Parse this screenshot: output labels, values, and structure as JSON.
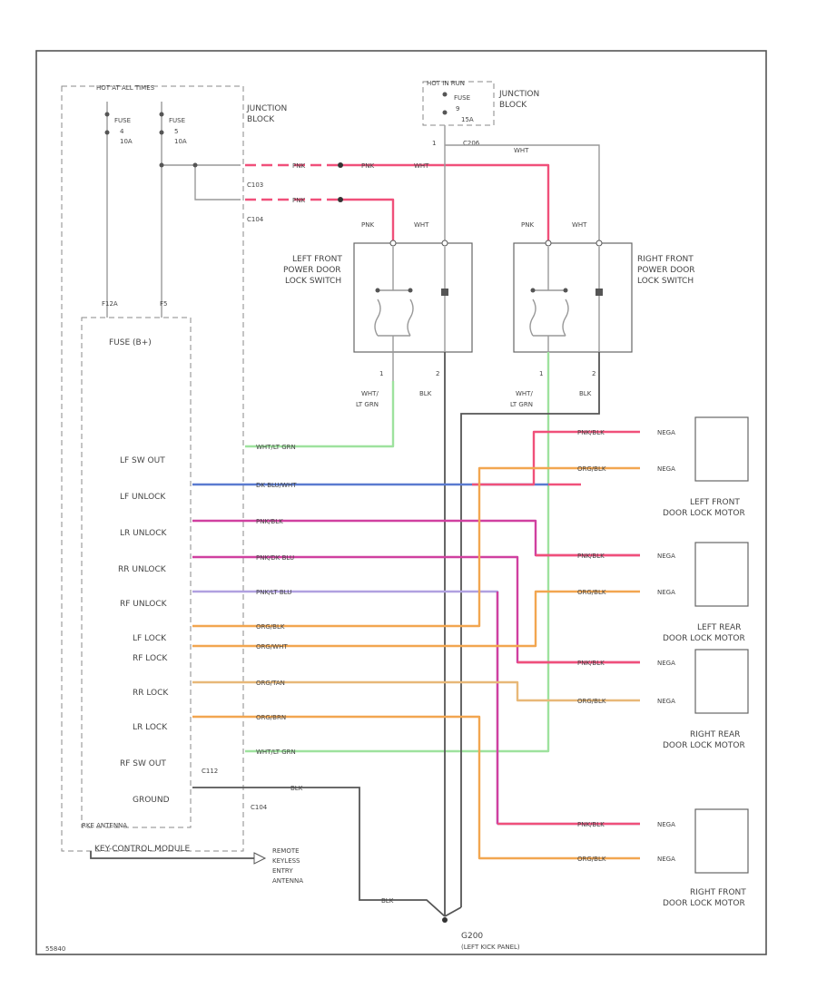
{
  "fuse_box": {
    "title": "HOT AT ALL TIMES"
  },
  "fuse1": {
    "name": "FUSE",
    "num": "4",
    "amp": "10A"
  },
  "fuse2": {
    "name": "FUSE",
    "num": "5",
    "amp": "10A"
  },
  "junction_block_1": {
    "line1": "JUNCTION",
    "line2": "BLOCK"
  },
  "conn": {
    "c103": "C103",
    "c104a": "C104",
    "c104b": "C104",
    "c112": "C112",
    "c104c": "C104"
  },
  "hot_in_run": {
    "title": "HOT IN RUN",
    "fuse": "FUSE",
    "num": "9",
    "amp": "15A"
  },
  "junction_block_2": {
    "line1": "JUNCTION",
    "line2": "BLOCK"
  },
  "wire_colors": {
    "pnk": "PNK",
    "wht": "WHT"
  },
  "lf_switch": {
    "line1": "LEFT FRONT",
    "line2": "POWER DOOR",
    "line3": "LOCK SWITCH",
    "pin1": "1",
    "pin2": "2",
    "w1a": "WHT/",
    "w1b": "LT GRN",
    "w2": "BLK"
  },
  "rf_switch": {
    "line1": "RIGHT FRONT",
    "line2": "POWER DOOR",
    "line3": "LOCK SWITCH",
    "pin1": "1",
    "pin2": "2",
    "w1a": "WHT/",
    "w1b": "LT GRN",
    "w2": "BLK"
  },
  "module": {
    "fuse_label": "FUSE (B+)",
    "pins": [
      "LF SW OUT",
      "LF UNLOCK",
      "LR UNLOCK",
      "RR UNLOCK",
      "RF UNLOCK",
      "LF LOCK",
      "RF LOCK",
      "RR LOCK",
      "LR LOCK",
      "RF SW OUT",
      "GROUND"
    ],
    "antenna_label": "RKE ANTENNA",
    "name": "KEY-CONTROL MODULE"
  },
  "antenna": {
    "line1": "REMOTE",
    "line2": "KEYLESS",
    "line3": "ENTRY",
    "line4": "ANTENNA"
  },
  "motor_pnk": {
    "wire": "PNK/BLK",
    "term": "NEGA"
  },
  "motor_org": {
    "wire": "ORG/BLK",
    "term": "NEGA"
  },
  "motor_names": {
    "lf": [
      "LEFT FRONT",
      "DOOR LOCK MOTOR"
    ],
    "lr": [
      "LEFT REAR",
      "DOOR LOCK MOTOR"
    ],
    "rr": [
      "RIGHT REAR",
      "DOOR LOCK MOTOR"
    ],
    "rf": [
      "RIGHT FRONT",
      "DOOR LOCK MOTOR"
    ]
  },
  "ground": {
    "name": "G200",
    "location": "(LEFT KICK PANEL)"
  },
  "wire_labels": {
    "f12a": "F12A",
    "f5": "F5",
    "blk_gnd": "BLK",
    "w_lfsw": "WHT/LT GRN",
    "w_lfun": "DK BLU/WHT",
    "w_lrun": "PNK/BLK",
    "w_rrun": "PNK/DK BLU",
    "w_rfun": "PNK/LT BLU",
    "w_lflock": "ORG/BLK",
    "w_rflock": "ORG/WHT",
    "w_rrlock": "ORG/TAN",
    "w_lrlock": "ORG/BRN",
    "w_rfsw": "WHT/LT GRN",
    "w_gnd": "BLK"
  },
  "page_id": "55840",
  "colors": {
    "pink": "#f0507a",
    "orange": "#f2a650",
    "green": "#9ee29e",
    "blue": "#5a7ad0",
    "magenta": "#d040a0",
    "lilac": "#b0a0e0",
    "tan": "#e8b878"
  }
}
